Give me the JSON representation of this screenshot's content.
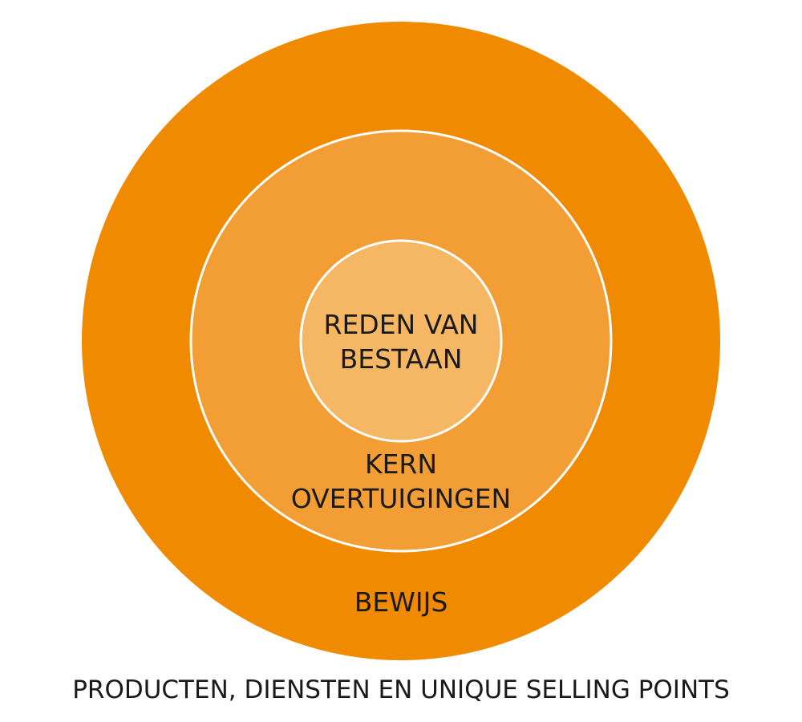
{
  "colors": {
    "outer_ring": "#F08A00",
    "middle_ring": "#F39E34",
    "inner_ring": "#F6B764",
    "ring_outline": "#FFFFFF",
    "text": "#1A1A1A"
  },
  "rings": {
    "inner": {
      "line1": "REDEN VAN",
      "line2": "BESTAAN"
    },
    "middle": {
      "line1": "KERN",
      "line2": "OVERTUIGINGEN"
    },
    "outer": {
      "label": "BEWIJS"
    }
  },
  "caption": "PRODUCTEN, DIENSTEN EN UNIQUE SELLING POINTS"
}
